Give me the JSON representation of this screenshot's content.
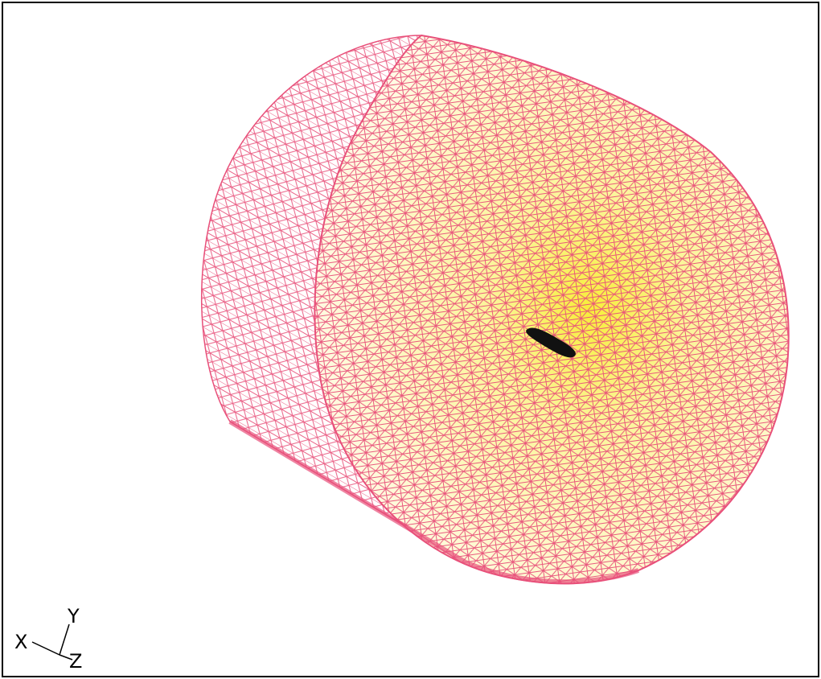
{
  "viewer": {
    "background": "#ffffff",
    "frame_color": "#000000"
  },
  "mesh": {
    "object": "cylinder",
    "render_mode": "wireframe",
    "wire_color": "#e8507a",
    "fill_center_color": "#f7ee3a",
    "fill_edge_color": "#fffbe6"
  },
  "object_marker": {
    "color": "#111111"
  },
  "axis_triad": {
    "x_label": "X",
    "y_label": "Y",
    "z_label": "Z",
    "line_color": "#000000"
  }
}
